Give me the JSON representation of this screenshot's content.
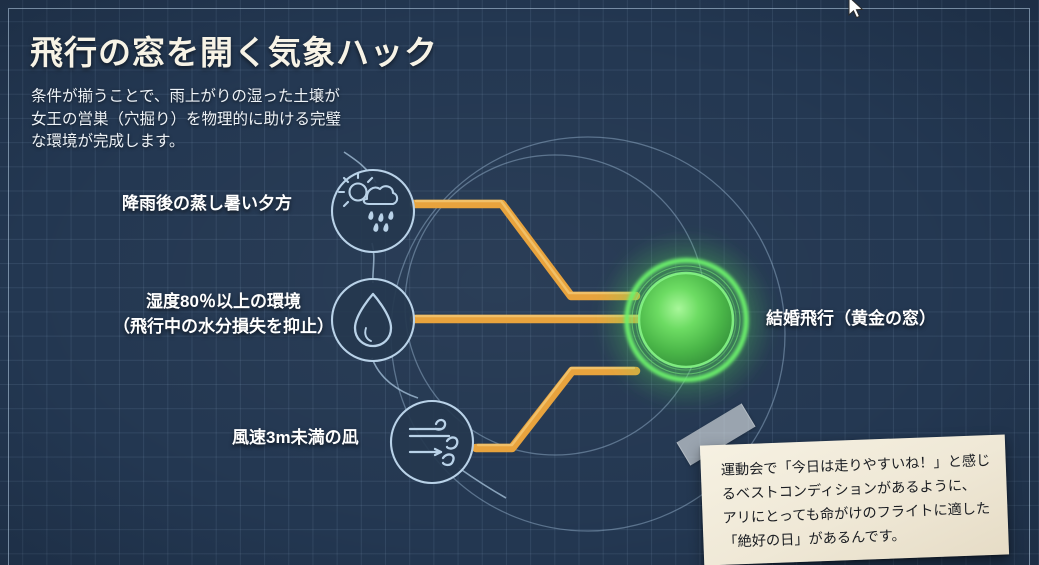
{
  "slide": {
    "title": "飛行の窓を開く気象ハック",
    "subtitle": "条件が揃うことで、雨上がりの湿った土壌が\n女王の営巣（穴掘り）を物理的に助ける完璧\nな環境が完成します。"
  },
  "diagram": {
    "condition_nodes": [
      {
        "label": "降雨後の蒸し暑い夕方",
        "icon": "sun-rain-cloud-icon"
      },
      {
        "label": "湿度80％以上の環境\n（飛行中の水分損失を抑止）",
        "icon": "water-droplet-icon"
      },
      {
        "label": "風速3m未満の凪",
        "icon": "wind-icon"
      }
    ],
    "goal_node": {
      "label": "結婚飛行（黄金の窓）",
      "icon": "glowing-target-icon"
    }
  },
  "sticky_note": {
    "text": "運動会で「今日は走りやすいね！」と感じ\nるベストコンディションがあるように、\nアリにとっても命がけのフライトに適した\n「絶好の日」があるんです。"
  },
  "colors": {
    "background": "#233751",
    "grid_line": "#3a5170",
    "title_text": "#f7f3e6",
    "connector_orange": "#e8a33d",
    "goal_green": "#5fe35f",
    "icon_outline": "#b9d2e8",
    "note_paper": "#f2ecdc"
  }
}
